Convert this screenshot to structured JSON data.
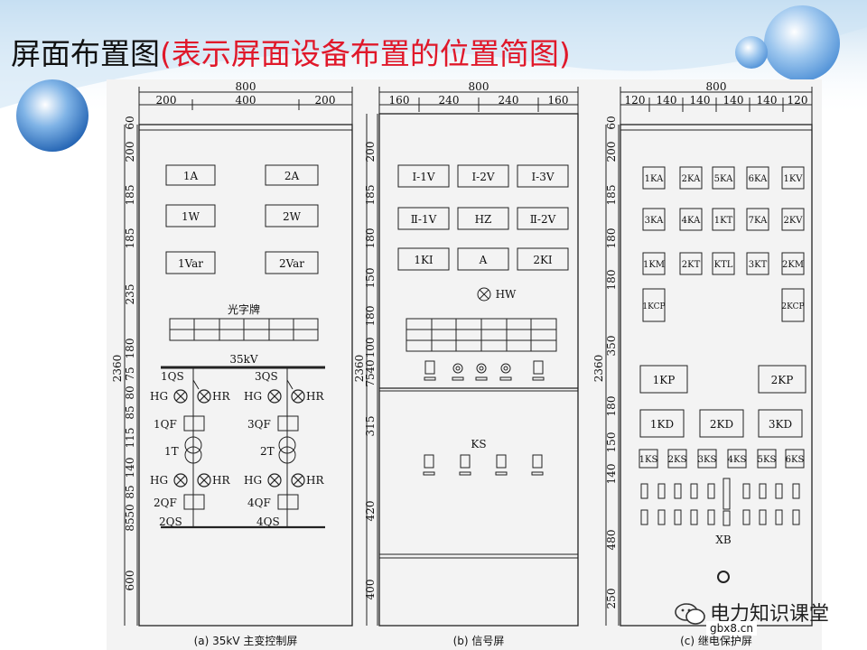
{
  "slide": {
    "title_main": "屏面布置图",
    "title_sub": "(表示屏面设备布置的位置简图)"
  },
  "panel_a": {
    "caption": "(a) 35kV 主变控制屏",
    "width_total": "800",
    "width_parts": [
      "200",
      "400",
      "200"
    ],
    "height_total": "2360",
    "height_parts": [
      "60",
      "200",
      "185",
      "185",
      "235",
      "180",
      "75",
      "80",
      "85",
      "115",
      "140",
      "85",
      "50",
      "85",
      "600"
    ],
    "meters": [
      "1A",
      "2A",
      "1W",
      "2W",
      "1Var",
      "2Var"
    ],
    "signboard_label": "光字牌",
    "bus_label": "35kV",
    "left_chain": [
      "1QS",
      "HG",
      "HR",
      "1QF",
      "1T",
      "HG",
      "HR",
      "2QF",
      "2QS"
    ],
    "right_chain": [
      "3QS",
      "HG",
      "HR",
      "3QF",
      "2T",
      "HG",
      "HR",
      "4QF",
      "4QS"
    ]
  },
  "panel_b": {
    "caption": "(b) 信号屏",
    "width_total": "800",
    "width_parts": [
      "160",
      "240",
      "240",
      "160"
    ],
    "height_total": "2360",
    "height_parts": [
      "200",
      "185",
      "180",
      "150",
      "180",
      "100",
      "40",
      "75",
      "315",
      "420",
      "400"
    ],
    "meters": [
      "Ⅰ-1V",
      "Ⅰ-2V",
      "Ⅰ-3V",
      "Ⅱ-1V",
      "HZ",
      "Ⅱ-2V",
      "1KI",
      "A",
      "2KI"
    ],
    "lamp_label": "HW",
    "ks_label": "KS"
  },
  "panel_c": {
    "caption": "(c) 继电保护屏",
    "width_total": "800",
    "width_parts": [
      "120",
      "140",
      "140",
      "140",
      "140",
      "120"
    ],
    "height_total": "2360",
    "height_parts": [
      "60",
      "200",
      "185",
      "180",
      "180",
      "350",
      "180",
      "150",
      "140",
      "480",
      "250"
    ],
    "relays_rows": [
      [
        "1KA",
        "2KA",
        "5KA",
        "6KA",
        "1KV"
      ],
      [
        "3KA",
        "4KA",
        "1KT",
        "7KA",
        "2KV"
      ],
      [
        "1KM",
        "2KT",
        "KTL",
        "3KT",
        "2KM"
      ]
    ],
    "kcp": [
      "1KCP",
      "2KCP"
    ],
    "kp": [
      "1KP",
      "2KP"
    ],
    "kd": [
      "1KD",
      "2KD",
      "3KD"
    ],
    "ks": [
      "1KS",
      "2KS",
      "3KS",
      "4KS",
      "5KS",
      "6KS"
    ],
    "xb_label": "XB"
  },
  "watermark": {
    "line1": "电力知识课堂",
    "line2": "gbx8.cn"
  }
}
